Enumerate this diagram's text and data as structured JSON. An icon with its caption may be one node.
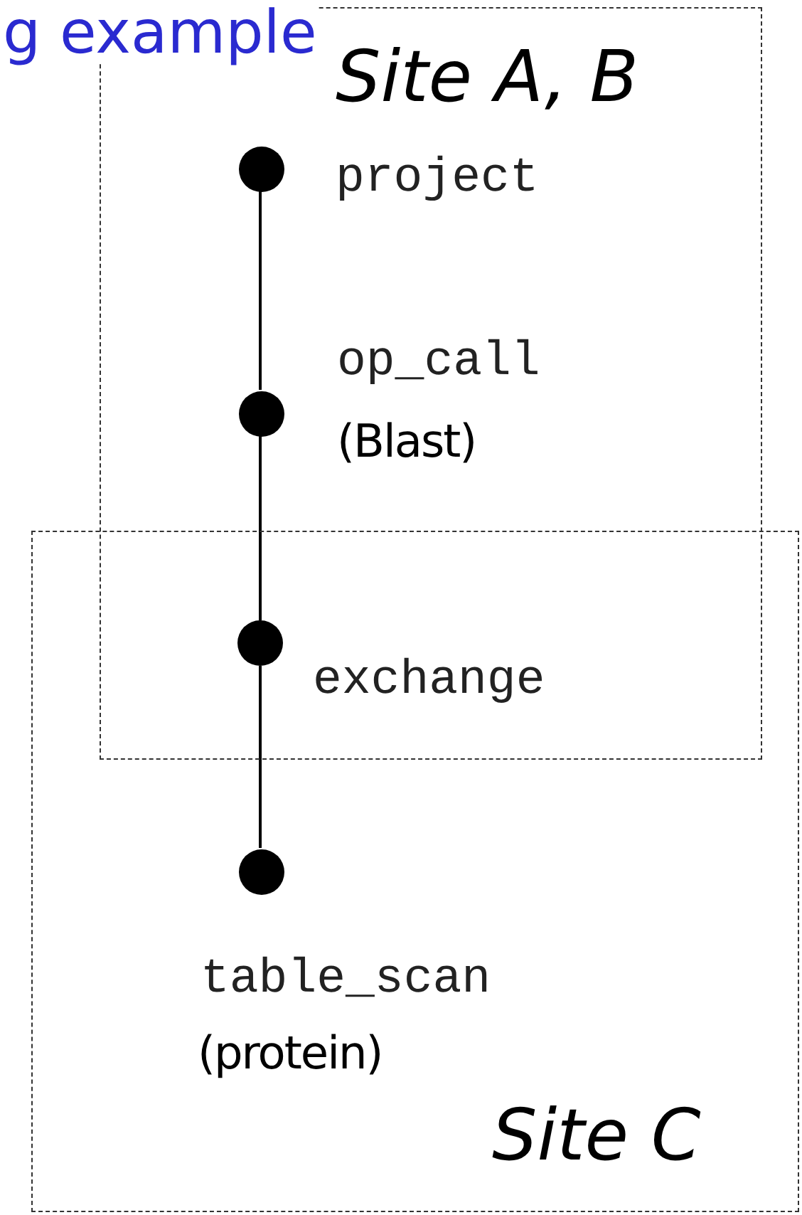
{
  "diagram": {
    "title": "g example",
    "nodes": [
      {
        "text": [
          "Site A, B"
        ]
      },
      {
        "text": [
          "Site C"
        ]
      },
      {
        "text": [
          "project"
        ],
        "in": 0
      },
      {
        "text": [
          "op_call",
          "(Blast)"
        ],
        "in": 0
      },
      {
        "text": [
          "exchange"
        ]
      },
      {
        "text": [
          "table_scan",
          "(protein)"
        ],
        "in": 1
      }
    ],
    "edges": [
      {
        "from": 2,
        "to": 3,
        "arrow": "none"
      },
      {
        "from": 3,
        "to": 4,
        "arrow": "none"
      },
      {
        "from": 4,
        "to": 5,
        "arrow": "none"
      }
    ]
  }
}
